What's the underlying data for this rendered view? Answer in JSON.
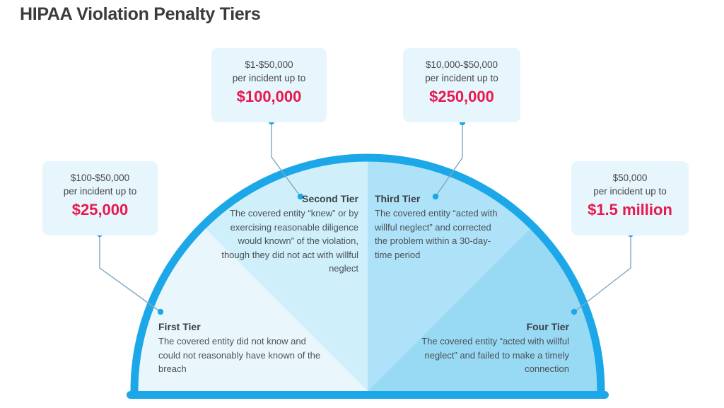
{
  "page": {
    "title": "HIPAA Violation Penalty Tiers",
    "background": "#ffffff"
  },
  "colors": {
    "ring": "#1ba7e8",
    "accent_red": "#e8184c",
    "callout_bg": "#e7f5fd",
    "wedge_1": "#e9f7fd",
    "wedge_2": "#cfeffb",
    "wedge_3": "#aee2f8",
    "wedge_4": "#98d9f4",
    "heading_text": "#3b3b3b",
    "body_text": "#4b5156",
    "connector": "#7ea6bd"
  },
  "callouts": [
    {
      "id": "tier1",
      "range": "$100-$50,000",
      "per": "per incident up to",
      "amount": "$25,000"
    },
    {
      "id": "tier2",
      "range": "$1-$50,000",
      "per": "per incident up to",
      "amount": "$100,000"
    },
    {
      "id": "tier3",
      "range": "$10,000-$50,000",
      "per": "per incident up to",
      "amount": "$250,000"
    },
    {
      "id": "tier4",
      "range": "$50,000",
      "per": "per incident up to",
      "amount": "$1.5 million"
    }
  ],
  "tiers": [
    {
      "id": "first",
      "heading": "First Tier",
      "body": "The covered entity did not know and could not reasonably have known of the breach"
    },
    {
      "id": "second",
      "heading": "Second Tier",
      "body": "The covered entity “knew” or by exercising reasonable diligence would known” of the violation, though they did not act with willful neglect"
    },
    {
      "id": "third",
      "heading": "Third Tier",
      "body": "The covered entity “acted with willful neglect” and corrected the problem within a 30-day-time period"
    },
    {
      "id": "fourth",
      "heading": "Four Tier",
      "body": "The covered entity “acted with willful neglect” and failed to make a timely connection"
    }
  ],
  "chart_data": {
    "type": "pie",
    "title": "HIPAA Violation Penalty Tiers",
    "shape": "semicircle",
    "slices": [
      {
        "label": "First Tier",
        "angle_deg": 45,
        "color": "#e9f7fd",
        "penalty_min": "$100",
        "penalty_max": "$50,000",
        "annual_cap": "$25,000"
      },
      {
        "label": "Second Tier",
        "angle_deg": 45,
        "color": "#cfeffb",
        "penalty_min": "$1",
        "penalty_max": "$50,000",
        "annual_cap": "$100,000"
      },
      {
        "label": "Third Tier",
        "angle_deg": 45,
        "color": "#aee2f8",
        "penalty_min": "$10,000",
        "penalty_max": "$50,000",
        "annual_cap": "$250,000"
      },
      {
        "label": "Four Tier",
        "angle_deg": 45,
        "color": "#98d9f4",
        "penalty_min": "$50,000",
        "penalty_max": "$50,000",
        "annual_cap": "$1.5 million"
      }
    ],
    "legend_position": "callouts",
    "grid": false
  }
}
